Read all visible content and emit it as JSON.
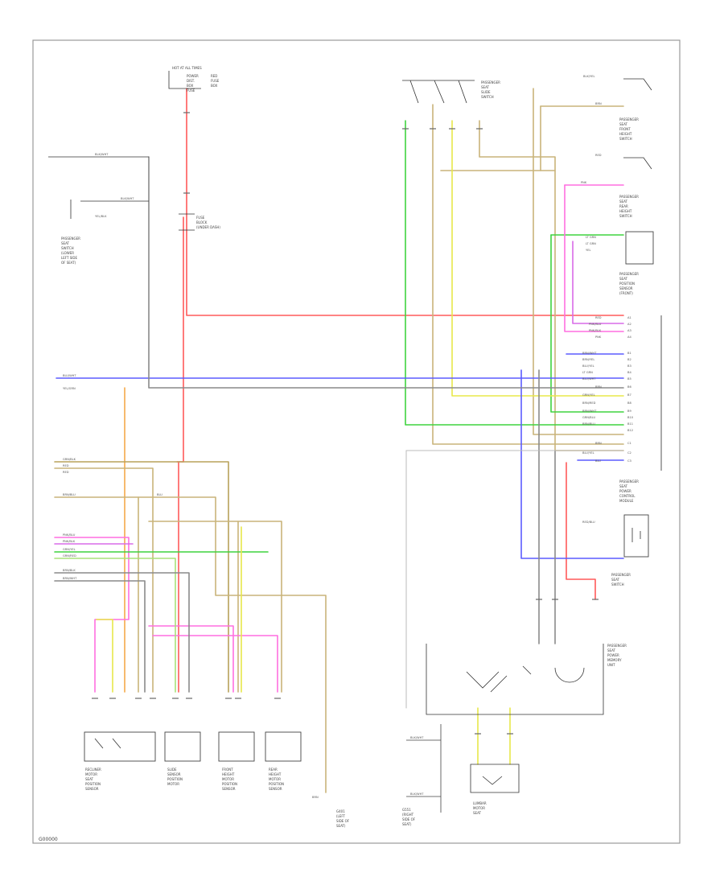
{
  "figure_code": "G00000",
  "colors": {
    "red": "#ff5a5a",
    "tan": "#c9b47a",
    "dark_tan": "#b8a25a",
    "green": "#3fd33f",
    "lt_green": "#a8e27a",
    "yellow": "#e8e84a",
    "pink": "#ff6fe0",
    "blue": "#5b5bff",
    "gray": "#8a8a8a",
    "orange": "#f5a84a",
    "violet": "#d86be8"
  },
  "components": {
    "hot_at_all_times": [
      "HOT AT ALL TIMES",
      "POWER",
      "DIST.",
      "BOX",
      "FUSE"
    ],
    "red_fuse_box": [
      "RED",
      "FUSE",
      "BOX"
    ],
    "fuse_block": [
      "FUSE",
      "BLOCK",
      "(UNDER DASH)"
    ],
    "left_switch": [
      "PASSENGER",
      "SEAT",
      "SWITCH",
      "(LOWER",
      "LEFT SIDE",
      "OF SEAT)"
    ],
    "top_right_switch": [
      "PASSENGER",
      "SEAT",
      "SLIDE",
      "SWITCH"
    ],
    "right_comp_1": [
      "PASSENGER",
      "SEAT",
      "FRONT",
      "HEIGHT",
      "SWITCH"
    ],
    "right_comp_2": [
      "PASSENGER",
      "SEAT",
      "REAR",
      "HEIGHT",
      "SWITCH"
    ],
    "right_comp_3": [
      "PASSENGER",
      "SEAT",
      "POSITION",
      "SENSOR",
      "(FRONT)"
    ],
    "right_comp_4": [
      "PASSENGER",
      "SEAT",
      "POWER",
      "CONTROL",
      "MODULE"
    ],
    "right_comp_5": [
      "PASSENGER",
      "SEAT",
      "SWITCH"
    ],
    "bottom_right_module": [
      "PASSENGER",
      "SEAT",
      "POWER",
      "MEMORY",
      "UNIT"
    ],
    "motor_1": [
      "RECLINER",
      "MOTOR",
      "SEAT",
      "POSITION",
      "SENSOR"
    ],
    "motor_2": [
      "SLIDE",
      "SENSOR",
      "POSITION",
      "MOTOR"
    ],
    "motor_3": [
      "FRONT",
      "HEIGHT",
      "MOTOR",
      "POSITION",
      "SENSOR"
    ],
    "motor_4": [
      "REAR",
      "HEIGHT",
      "MOTOR",
      "POSITION",
      "SENSOR"
    ],
    "ground_1": [
      "G401",
      "(LEFT",
      "SIDE OF",
      "SEAT)"
    ],
    "ground_2": [
      "G551",
      "(RIGHT",
      "SIDE OF",
      "SEAT)"
    ],
    "lumbar": [
      "LUMBAR",
      "MOTOR",
      "SEAT"
    ]
  },
  "wire_labels": {
    "top_left_1": "BLK/WHT",
    "top_left_2": "BLK/WHT",
    "top_left_3": "YEL/BLK",
    "blue_left": "BLU/WHT",
    "yel_left": "YEL/GRN",
    "left_block": [
      "GRN/BLK",
      "RED",
      "RED",
      "BRN/BLU",
      "BLU"
    ],
    "left_block_2": [
      "PNK/BLU",
      "PNK/BLK",
      "GRN/YEL",
      "GRN/RED",
      "BRN/BLK",
      "BRN/WHT"
    ],
    "right_top": [
      "BLK/YEL",
      "BRN",
      "RED"
    ],
    "right_mid": [
      "LT GRN",
      "LT GRN",
      "YEL",
      "PNK"
    ],
    "connector_a": [
      "RED",
      "PNK/BLU",
      "PNK/BLK",
      "PNK"
    ],
    "connector_b": [
      "BRN/WHT",
      "BRN/YEL",
      "BLU/YEL",
      "LT GRN",
      "BLU/WHT",
      "BRN",
      "GRN/YEL",
      "BRN/RED",
      "BRN/WHT",
      "GRN/BLU",
      "BRN/BLU"
    ],
    "connector_c": [
      "BRN",
      "BLU/YEL",
      "BLU"
    ],
    "bottom_right": [
      "BLK/WHT",
      "BLK/WHT",
      "RED/BLU"
    ],
    "ground_lbl": "BRN",
    "g_lbl_1": "BLK/WHT",
    "g_lbl_2": "BLK/WHT"
  },
  "pins": {
    "col_a": [
      "A1",
      "A2",
      "A3",
      "A4"
    ],
    "col_b": [
      "B1",
      "B2",
      "B3",
      "B4",
      "B5",
      "B6",
      "B7",
      "B8",
      "B9",
      "B10",
      "B11",
      "B12"
    ],
    "col_c": [
      "C1",
      "C2",
      "C3"
    ]
  }
}
